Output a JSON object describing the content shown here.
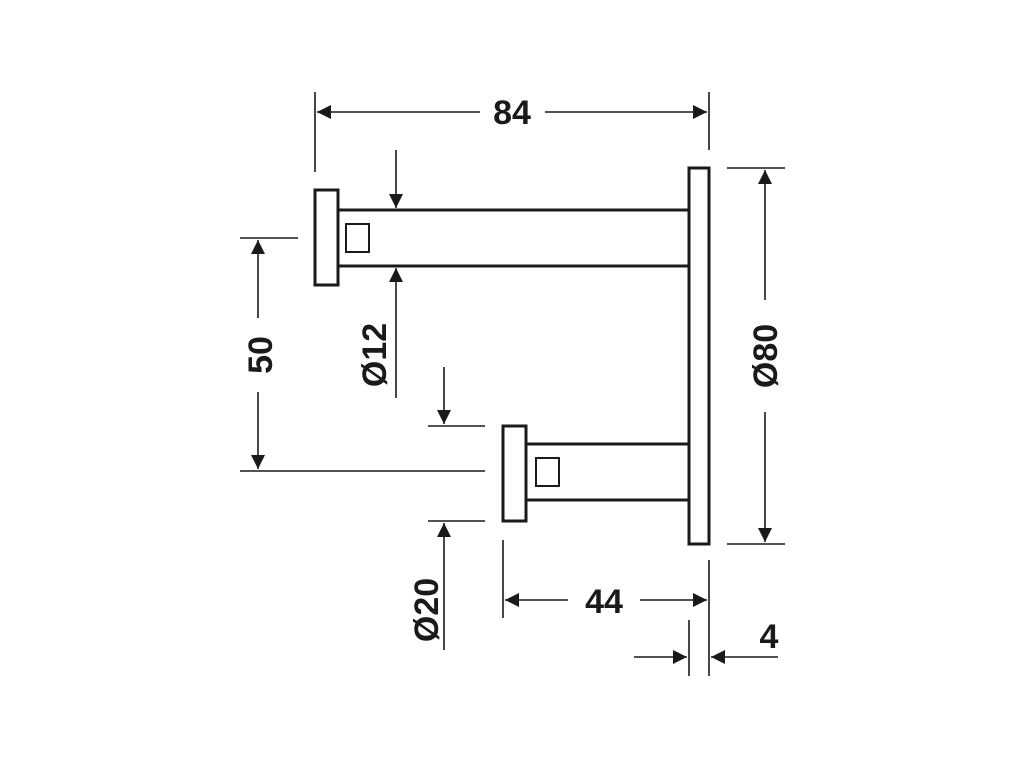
{
  "dimensions": {
    "total_length": "84",
    "plate_diameter": "Ø80",
    "rod_diameter": "Ø12",
    "head_diameter": "Ø20",
    "hook_spacing": "50",
    "short_hook_length": "44",
    "plate_thickness": "4"
  },
  "colors": {
    "line": "#1a1a1a",
    "background": "#ffffff"
  }
}
